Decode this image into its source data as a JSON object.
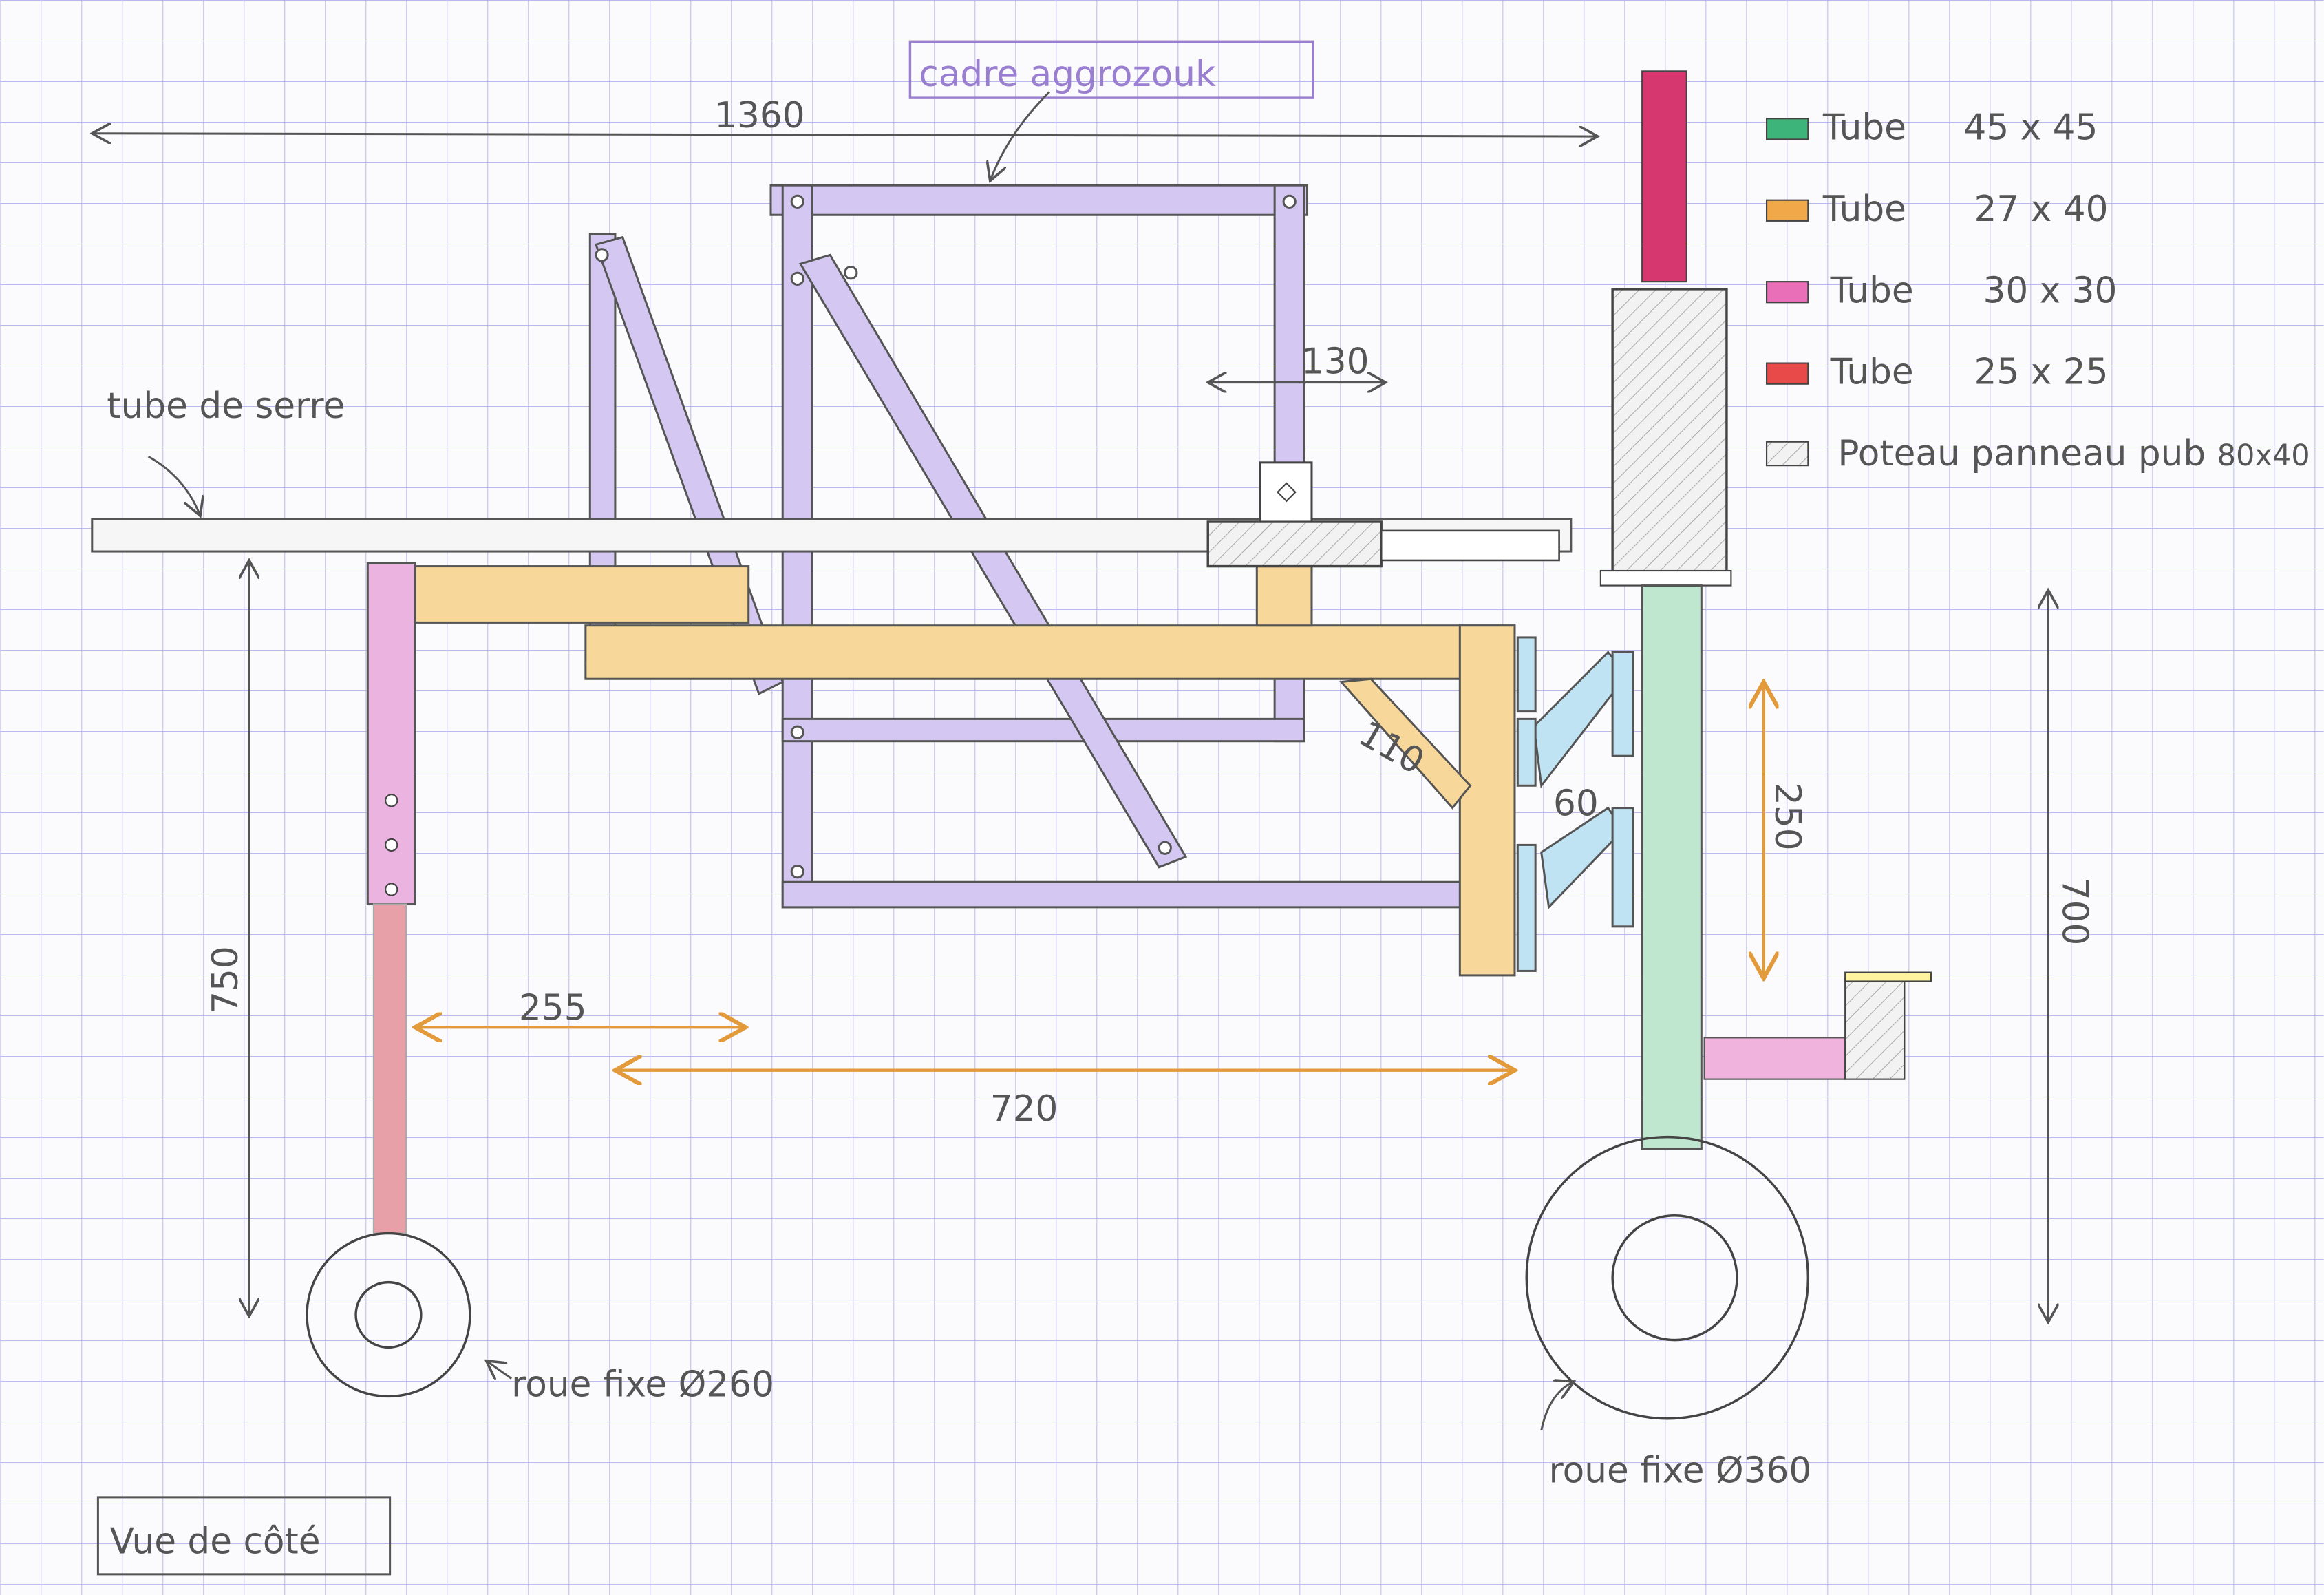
{
  "title": "Vue de côté",
  "annotations": {
    "cadre": "cadre aggrozouk",
    "tube_serre": "tube de serre",
    "roue_small": "roue fixe Ø260",
    "roue_big": "roue fixe Ø360"
  },
  "dimensions": {
    "overall_width": "1360",
    "d130": "130",
    "d110": "110",
    "d60": "60",
    "d250": "250",
    "d700": "700",
    "d750": "750",
    "d255": "255",
    "d720": "720"
  },
  "legend": [
    {
      "label": "Tube",
      "size": "45 x 45",
      "color": "#3db57a"
    },
    {
      "label": "Tube",
      "size": "27 x 40",
      "color": "#f0a848"
    },
    {
      "label": "Tube",
      "size": "30 x 30",
      "color": "#e86fb8"
    },
    {
      "label": "Tube",
      "size": "25 x 25",
      "color": "#e84a4a"
    },
    {
      "label": "Poteau panneau pub",
      "size": "80x40",
      "color": "hatched"
    }
  ],
  "colors": {
    "grid": "#b9b8ec",
    "purple": "#b7a3e6",
    "orange": "#f7d79a",
    "pink": "#e9a0d8",
    "red": "#e8747a",
    "green": "#9fdcbc",
    "blue": "#9cd3ea"
  }
}
